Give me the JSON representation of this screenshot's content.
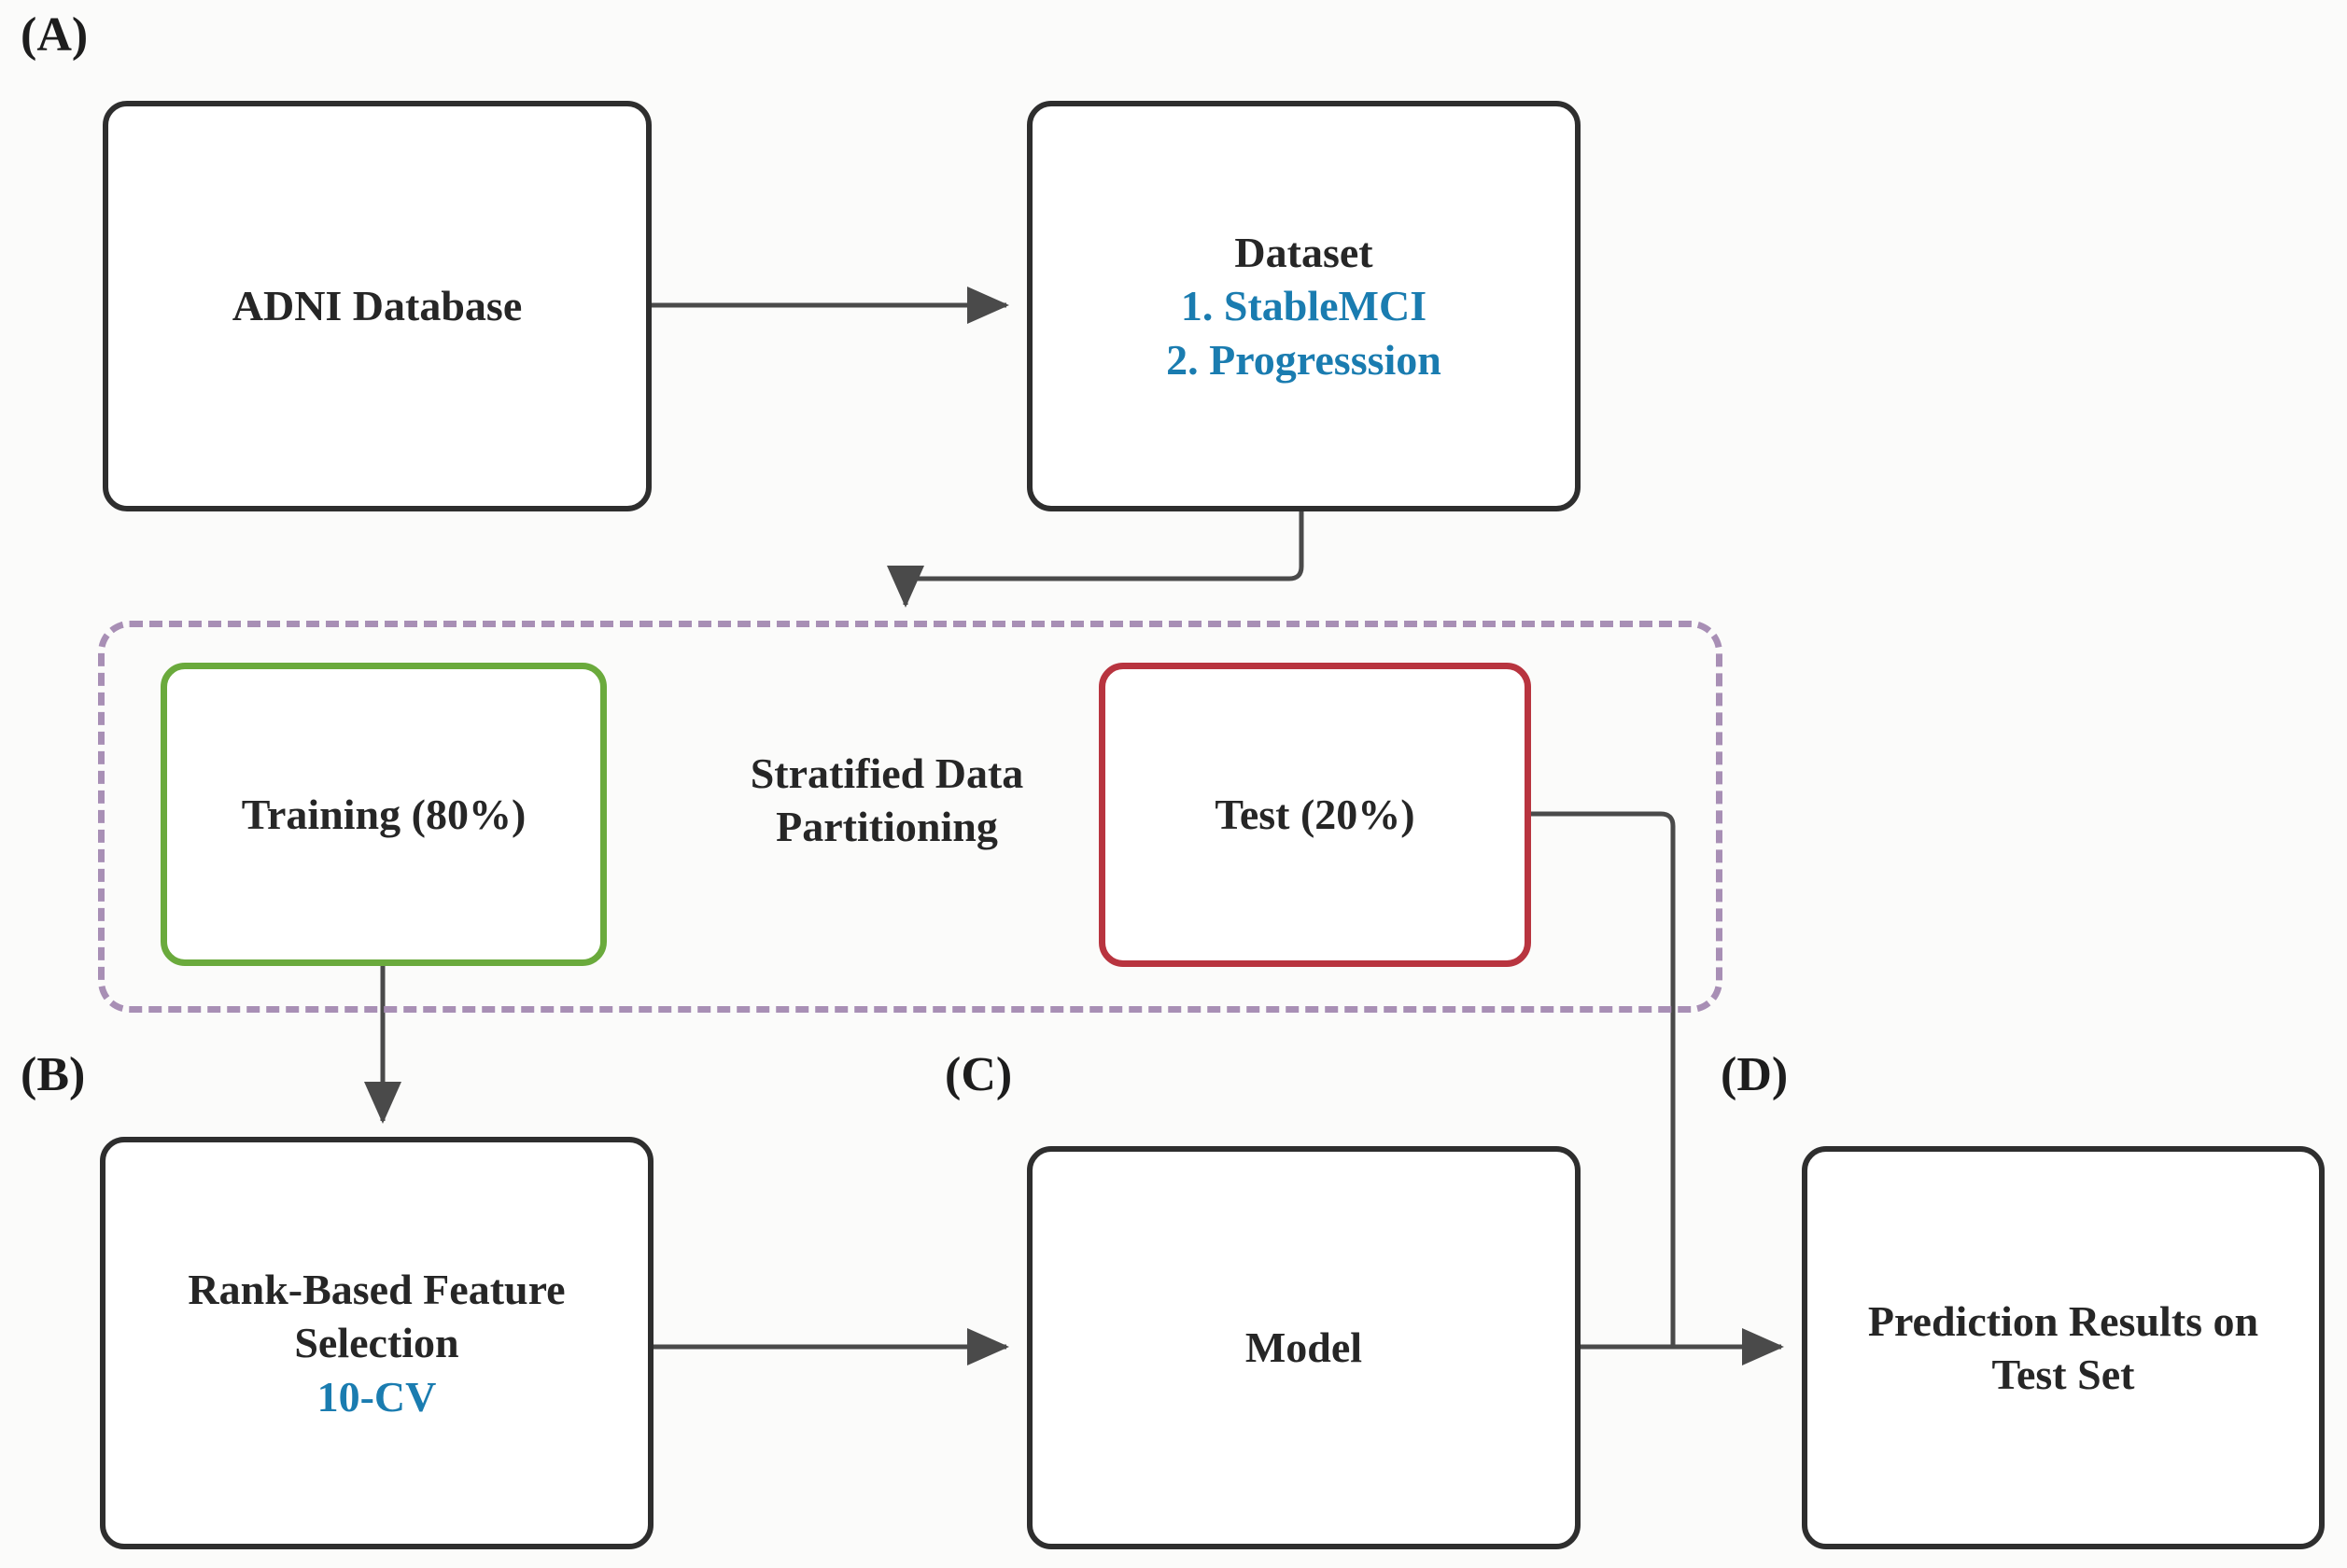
{
  "figure": {
    "type": "flowchart",
    "background_color": "#fbfbfa",
    "accent_blue": "#1a7cb0",
    "accent_green": "#6aaa3c",
    "accent_red": "#b8343f",
    "accent_purple": "#a88fb5",
    "text_color": "#262626"
  },
  "panels": {
    "a": "(A)",
    "b": "(B)",
    "c": "(C)",
    "d": "(D)"
  },
  "nodes": {
    "adni": {
      "label": "ADNI Database"
    },
    "dataset": {
      "title": "Dataset",
      "item1": "1. StableMCI",
      "item2": "2. Progresssion"
    },
    "partition_region": {
      "label_line1": "Stratified Data",
      "label_line2": "Partitioning"
    },
    "training": {
      "label": "Training (80%)"
    },
    "test": {
      "label": "Test (20%)"
    },
    "feature_selection": {
      "line1": "Rank-Based Feature",
      "line2": "Selection",
      "line3": "10-CV"
    },
    "model": {
      "label": "Model"
    },
    "prediction": {
      "line1": "Prediction Results on",
      "line2": "Test Set"
    }
  },
  "edges": [
    {
      "id": "adni-to-dataset",
      "from": "ADNI Database",
      "to": "Dataset",
      "style": "solid-arrow"
    },
    {
      "id": "dataset-to-partition",
      "from": "Dataset",
      "to": "Stratified Data Partitioning",
      "style": "elbow-arrow"
    },
    {
      "id": "training-to-feature-selection",
      "from": "Training (80%)",
      "to": "Rank-Based Feature Selection",
      "style": "solid-arrow"
    },
    {
      "id": "feature-selection-to-model",
      "from": "Rank-Based Feature Selection",
      "to": "Model",
      "style": "solid-arrow"
    },
    {
      "id": "model-to-prediction",
      "from": "Model",
      "to": "Prediction Results on Test Set",
      "style": "solid-arrow"
    },
    {
      "id": "test-to-prediction",
      "from": "Test (20%)",
      "to": "Prediction Results on Test Set",
      "style": "elbow-line"
    }
  ]
}
